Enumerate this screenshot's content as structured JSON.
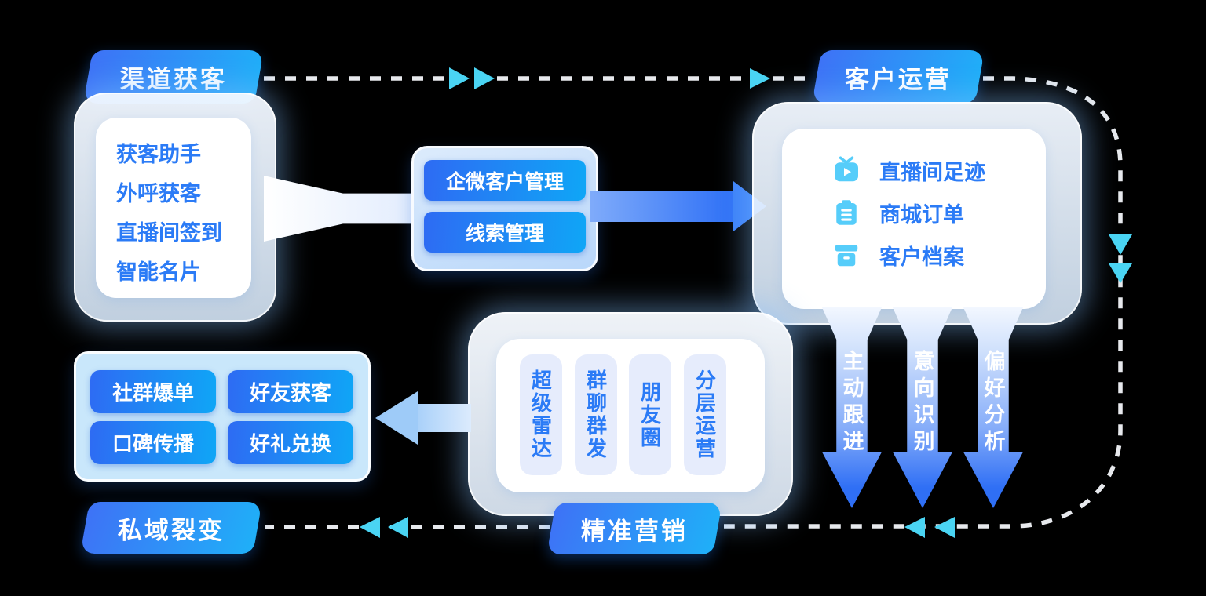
{
  "flow": {
    "channel": {
      "badge": "渠道获客",
      "items": [
        "获客助手",
        "外呼获客",
        "直播间签到",
        "智能名片"
      ]
    },
    "management": {
      "buttons": [
        "企微客户管理",
        "线索管理"
      ]
    },
    "customer_ops": {
      "badge": "客户运营",
      "items": [
        {
          "icon": "live-tv-icon",
          "label": "直播间足迹"
        },
        {
          "icon": "clipboard-order-icon",
          "label": "商城订单"
        },
        {
          "icon": "archive-box-icon",
          "label": "客户档案"
        }
      ]
    },
    "down_arrows": [
      "主动跟进",
      "意向识别",
      "偏好分析"
    ],
    "marketing": {
      "badge": "精准营销",
      "pills": [
        "超级雷达",
        "群聊群发",
        "朋友圈",
        "分层运营"
      ]
    },
    "fission": {
      "badge": "私域裂变",
      "buttons": [
        "社群爆单",
        "好友获客",
        "口碑传播",
        "好礼兑换"
      ]
    }
  },
  "colors": {
    "badge_gradient_start": "#3E72F6",
    "badge_gradient_end": "#1FB0F8",
    "button_gradient_start": "#2E6BF3",
    "button_gradient_end": "#0FA6F6",
    "text_blue": "#2B7BF6",
    "icon_cyan": "#56CDFA",
    "arrowhead_cyan": "#4AD4F3",
    "dash_gray": "#E7E9ED",
    "solid_arrow_blue": "#2E70F6"
  }
}
